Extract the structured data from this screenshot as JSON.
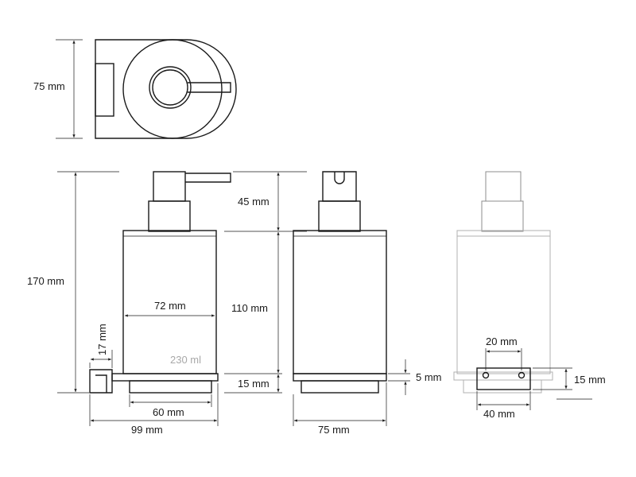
{
  "top_view": {
    "height_label": "75 mm"
  },
  "front_view": {
    "total_height_label": "170 mm",
    "pump_height_label": "45 mm",
    "body_height_label": "110 mm",
    "base_height_label": "15 mm",
    "body_width_label": "72 mm",
    "bracket_height_label": "17 mm",
    "capacity_label": "230 ml",
    "base_width_label": "60 mm",
    "total_width_label": "99 mm"
  },
  "side_view": {
    "base_lip_label": "5 mm",
    "width_label": "75 mm"
  },
  "back_view": {
    "hole_spacing_label": "20 mm",
    "bracket_height_label": "15 mm",
    "bracket_width_label": "40 mm"
  }
}
